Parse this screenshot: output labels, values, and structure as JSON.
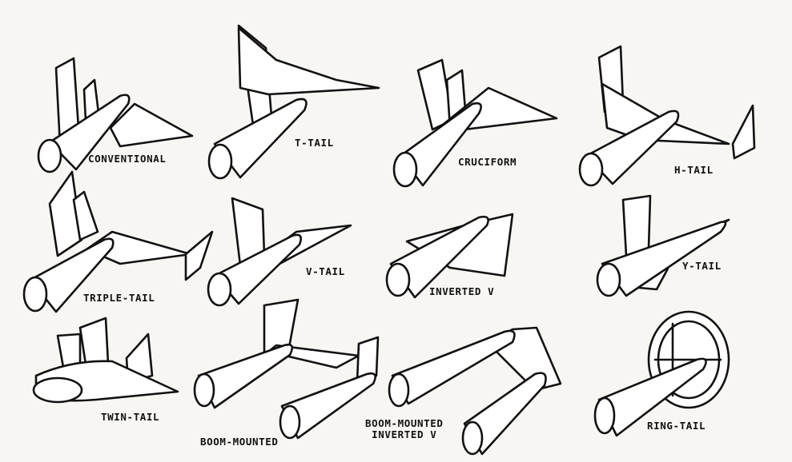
{
  "colors": {
    "background": "#f7f6f3",
    "ink": "#111111",
    "fill": "#ffffff"
  },
  "tail_types": [
    {
      "id": "conventional",
      "label": "CONVENTIONAL"
    },
    {
      "id": "t-tail",
      "label": "T-TAIL"
    },
    {
      "id": "cruciform",
      "label": "CRUCIFORM"
    },
    {
      "id": "h-tail",
      "label": "H-TAIL"
    },
    {
      "id": "triple-tail",
      "label": "TRIPLE-TAIL"
    },
    {
      "id": "v-tail",
      "label": "V-TAIL"
    },
    {
      "id": "inverted-v",
      "label": "INVERTED V"
    },
    {
      "id": "y-tail",
      "label": "Y-TAIL"
    },
    {
      "id": "twin-tail",
      "label": "TWIN-TAIL"
    },
    {
      "id": "boom-mounted",
      "label": "BOOM-MOUNTED"
    },
    {
      "id": "boom-mounted-inverted-v",
      "label_line1": "BOOM-MOUNTED",
      "label_line2": "INVERTED V"
    },
    {
      "id": "ring-tail",
      "label": "RING-TAIL"
    }
  ]
}
